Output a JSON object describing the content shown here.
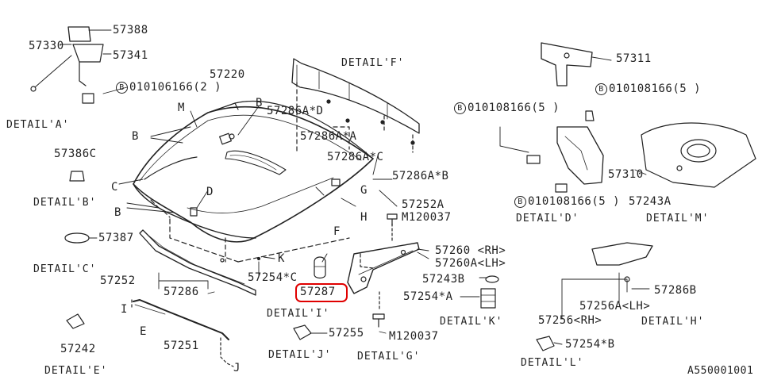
{
  "part_labels": {
    "p57388": "57388",
    "p57330": "57330",
    "p57341": "57341",
    "p57220": "57220",
    "b_code_left": "010106166(2 )",
    "detail_a": "DETAIL'A'",
    "p57386c": "57386C",
    "detail_b": "DETAIL'B'",
    "p57387": "57387",
    "detail_c": "DETAIL'C'",
    "p57252": "57252",
    "p57286": "57286",
    "p57254_c": "57254*C",
    "p57242": "57242",
    "detail_e": "DETAIL'E'",
    "p57251": "57251",
    "p57287": "57287",
    "detail_i": "DETAIL'I'",
    "p57255": "57255",
    "detail_j": "DETAIL'J'",
    "detail_f": "DETAIL'F'",
    "p57286a_d": "57286A*D",
    "p57286a_a": "57286A*A",
    "p57286a_c": "57286A*C",
    "p57286a_b": "57286A*B",
    "p57252a": "57252A",
    "m120037_a": "M120037",
    "p57260_rh": "57260 <RH>",
    "p57260a_lh": "57260A<LH>",
    "p57243b": "57243B",
    "p57254_a": "57254*A",
    "detail_k": "DETAIL'K'",
    "m120037_b": "M120037",
    "detail_g": "DETAIL'G'",
    "p57311": "57311",
    "b_code_right_top": "010108166(5 )",
    "b_code_mid": "010108166(5 )",
    "p57310": "57310",
    "b_code_bottom": "010108166(5 )",
    "p57243a": "57243A",
    "detail_d": "DETAIL'D'",
    "detail_m": "DETAIL'M'",
    "p57256a_lh": "57256A<LH>",
    "p57256_rh": "57256<RH>",
    "p57286b": "57286B",
    "detail_h": "DETAIL'H'",
    "p57254_b": "57254*B",
    "detail_l": "DETAIL'L'",
    "figure_code": "A550001001",
    "b_symbol": "B"
  },
  "callout_letters": {
    "m": "M",
    "b1": "B",
    "b2": "B",
    "b3": "B",
    "c": "C",
    "d": "D",
    "g": "G",
    "h": "H",
    "f": "F",
    "k": "K",
    "i": "I",
    "e": "E",
    "j": "J"
  },
  "highlight_color": "#e00000"
}
